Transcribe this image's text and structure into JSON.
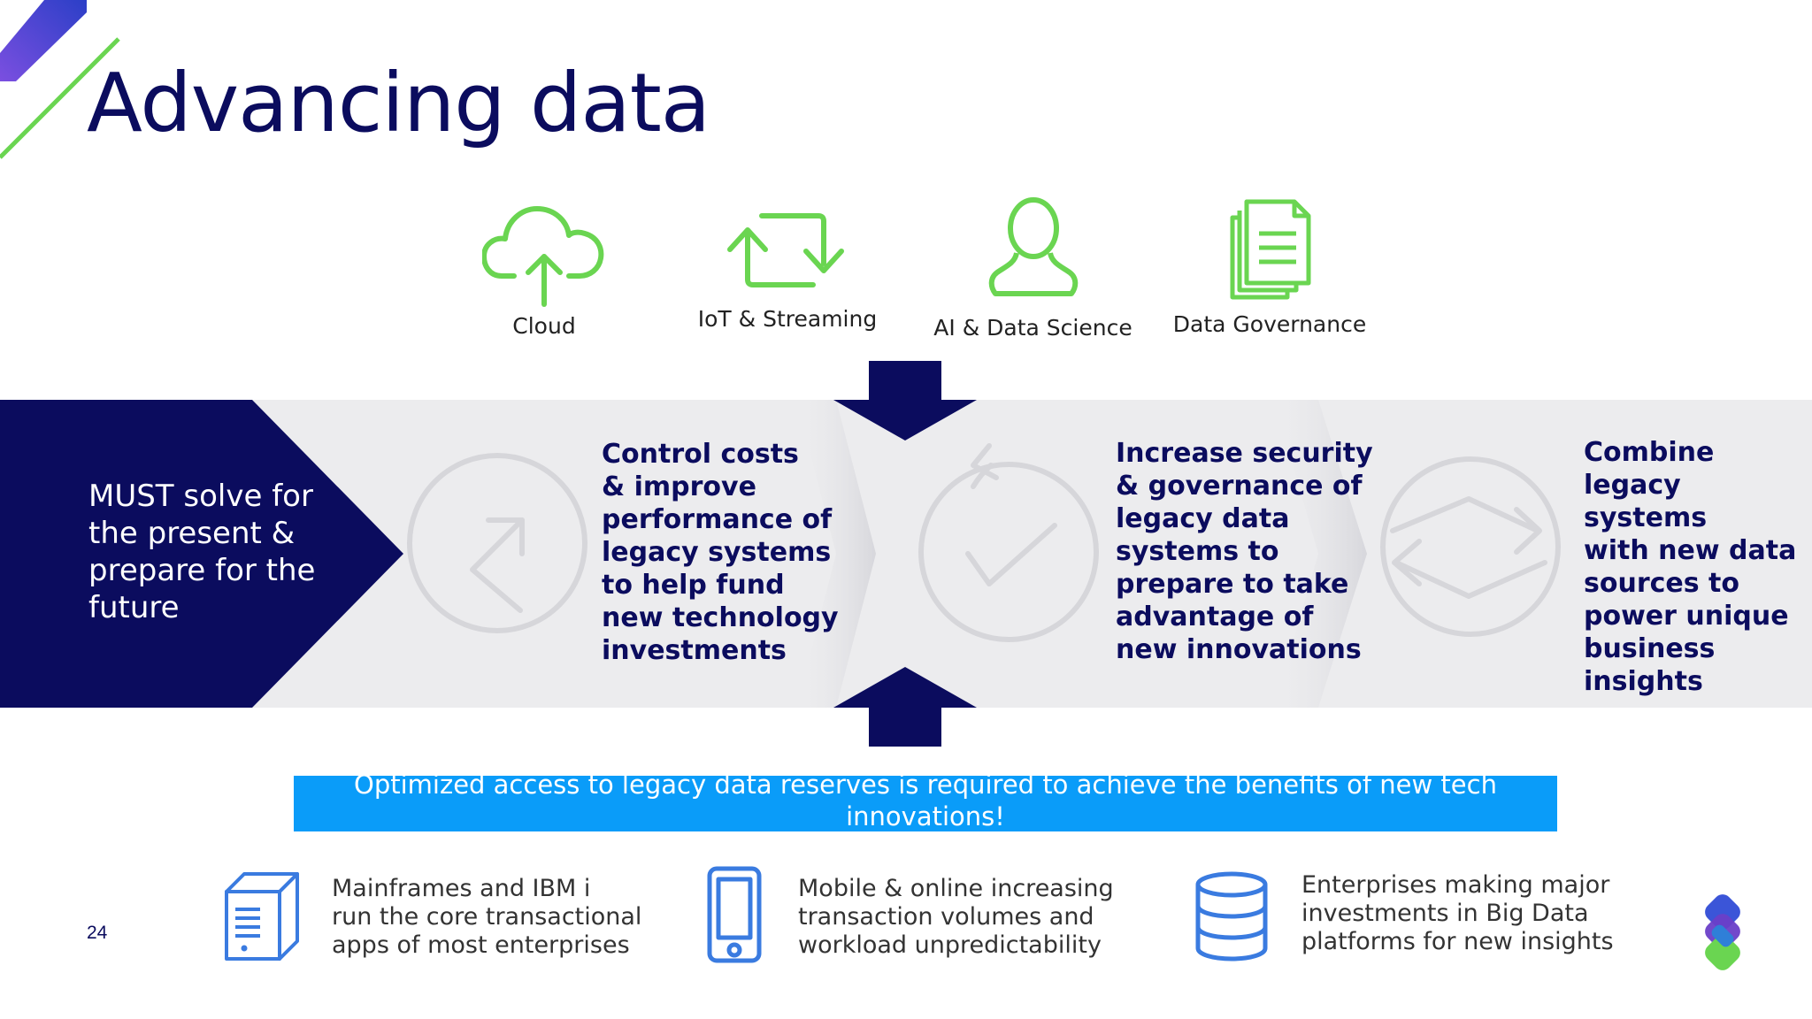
{
  "title": "Advancing data",
  "top_icons": [
    {
      "label": "Cloud",
      "icon": "cloud-upload-icon"
    },
    {
      "label": "IoT & Streaming",
      "icon": "refresh-arrows-icon"
    },
    {
      "label": "AI & Data Science",
      "icon": "user-icon"
    },
    {
      "label": "Data Governance",
      "icon": "documents-icon"
    }
  ],
  "band": {
    "must_text": "MUST solve for the present & prepare for the future",
    "columns": [
      {
        "icon": "growth-arrow-icon",
        "lines": [
          "Control costs",
          "& improve",
          "performance of",
          "legacy systems",
          "to help fund",
          "new technology",
          "investments"
        ]
      },
      {
        "icon": "checkmark-icon",
        "lines": [
          "Increase security",
          "& governance of",
          "legacy data",
          "systems to",
          "prepare to take",
          "advantage of",
          "new innovations"
        ]
      },
      {
        "icon": "exchange-arrows-icon",
        "lines": [
          "Combine",
          "legacy systems",
          "with new data",
          "sources to",
          "power unique",
          "business",
          "insights"
        ]
      }
    ]
  },
  "banner_text": "Optimized access to legacy data reserves is required to achieve the benefits of new tech innovations!",
  "bottom_items": [
    {
      "icon": "server-icon",
      "lines": [
        "Mainframes and IBM i",
        "run the core transactional",
        "apps of most enterprises"
      ]
    },
    {
      "icon": "mobile-phone-icon",
      "lines": [
        "Mobile & online increasing",
        "transaction volumes and",
        "workload unpredictability"
      ]
    },
    {
      "icon": "database-icon",
      "lines": [
        "Enterprises making major",
        "investments in Big Data",
        "platforms for new insights"
      ]
    }
  ],
  "page_number": "24",
  "colors": {
    "navy": "#0b0c5e",
    "green": "#6ad551",
    "blue": "#0a9cf9",
    "band_gray": "#ececee",
    "icon_blue": "#3a7be0"
  }
}
